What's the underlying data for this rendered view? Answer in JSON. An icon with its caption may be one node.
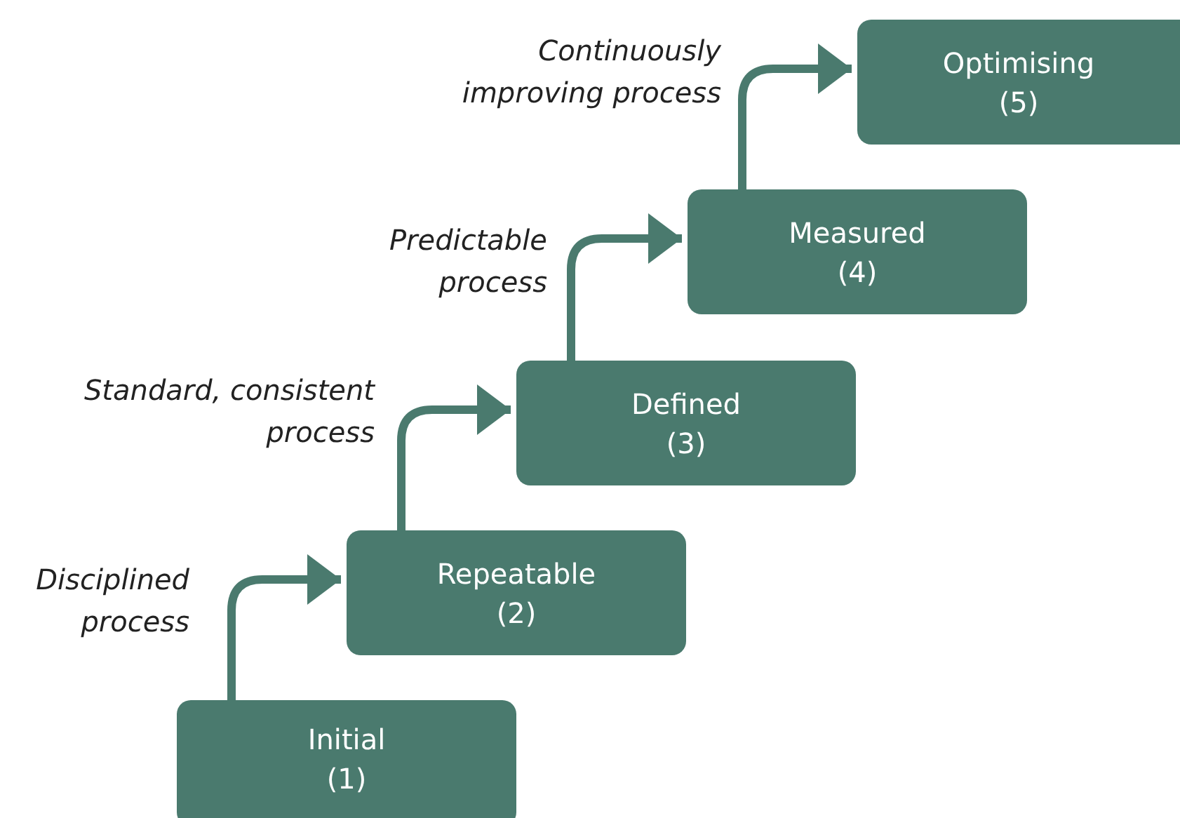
{
  "diagram": {
    "nodes": [
      {
        "text": [
          "Initial",
          "(1)"
        ]
      },
      {
        "text": [
          "Repeatable",
          "(2)"
        ]
      },
      {
        "text": [
          "Defined",
          "(3)"
        ]
      },
      {
        "text": [
          "Measured",
          "(4)"
        ]
      },
      {
        "text": [
          "Optimising",
          "(5)"
        ]
      }
    ],
    "edges": [
      {
        "from": 0,
        "to": 1,
        "arrow": "to",
        "label": "Disciplined process"
      },
      {
        "from": 1,
        "to": 2,
        "arrow": "to",
        "label": "Standard, consistent process"
      },
      {
        "from": 2,
        "to": 3,
        "arrow": "to",
        "label": "Predictable process"
      },
      {
        "from": 3,
        "to": 4,
        "arrow": "to",
        "label": "Continuously improving process"
      }
    ]
  }
}
